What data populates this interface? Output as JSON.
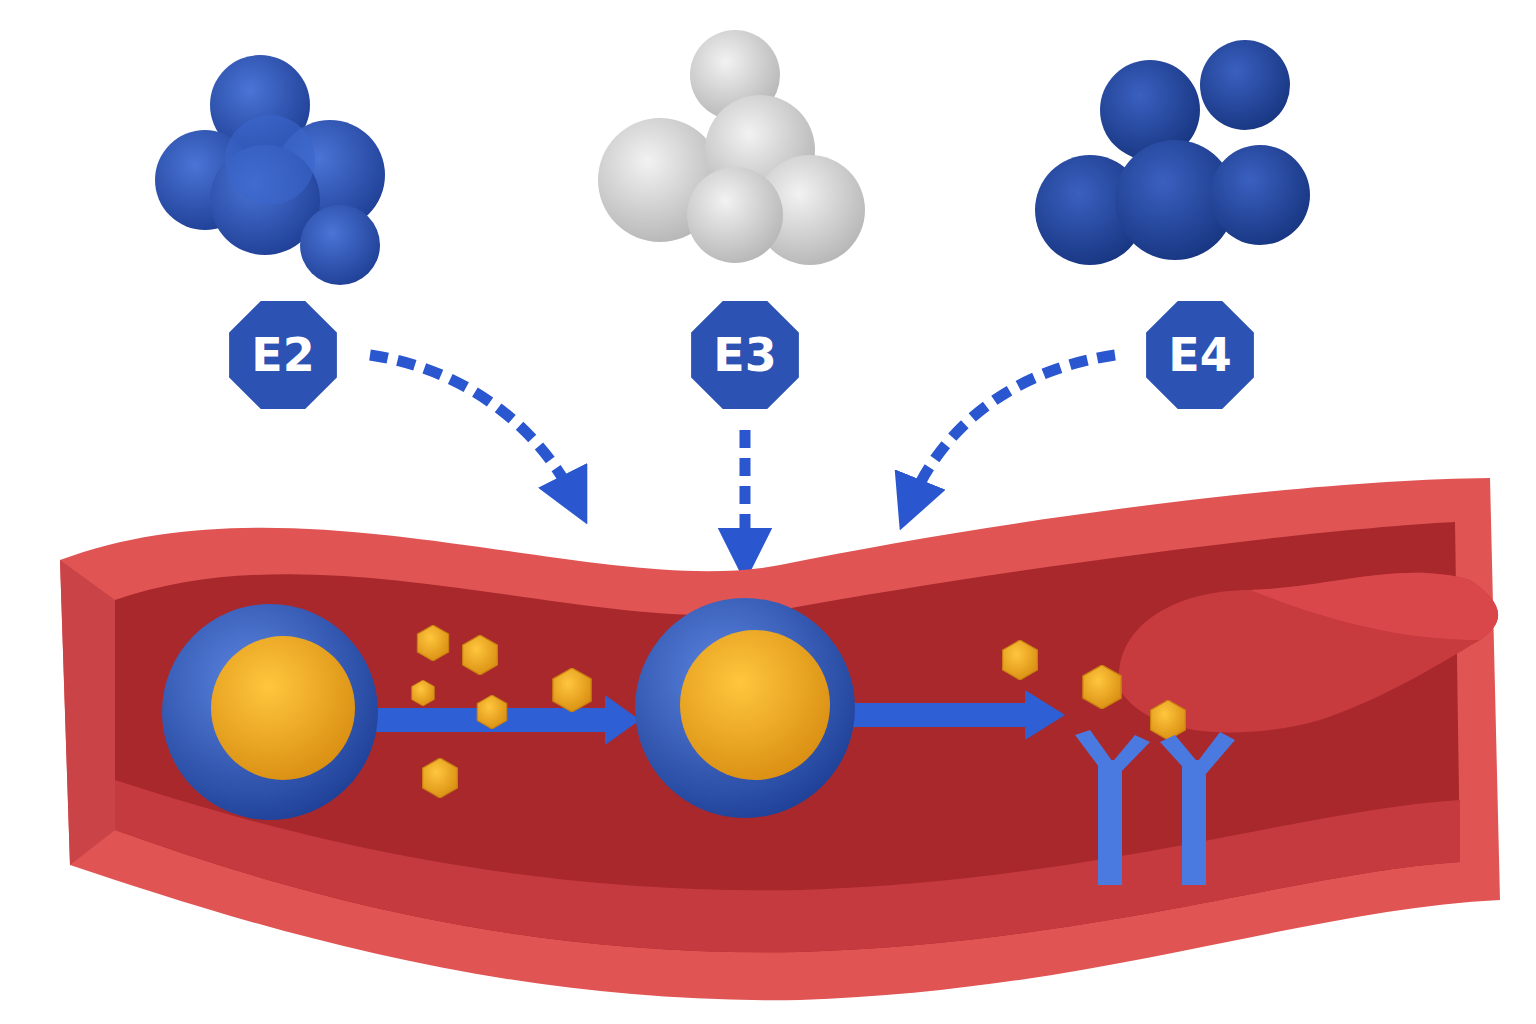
{
  "diagram": {
    "nodes": [
      {
        "text": [
          "E2"
        ]
      },
      {
        "text": [
          "E3"
        ]
      },
      {
        "text": [
          "E4"
        ]
      }
    ]
  }
}
